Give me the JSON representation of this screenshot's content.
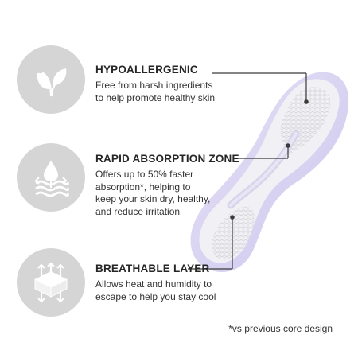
{
  "features": [
    {
      "heading": "HYPOALLERGENIC",
      "desc": [
        "Free from harsh ingredients",
        "to help promote healthy skin"
      ],
      "icon": "leaf-icon"
    },
    {
      "heading": "RAPID ABSORPTION ZONE",
      "desc": [
        "Offers up to 50% faster",
        "absorption*, helping to",
        "keep your skin dry, healthy,",
        "and reduce irritation"
      ],
      "icon": "droplet-layers-icon"
    },
    {
      "heading": "BREATHABLE LAYER",
      "desc": [
        "Allows heat and humidity to",
        "escape to help you stay cool"
      ],
      "icon": "breathable-layer-icon"
    }
  ],
  "footnote": "*vs previous core design",
  "colors": {
    "icon_bg": "#d5d5d5",
    "icon_fg": "#ffffff",
    "text": "#2f2f2f",
    "pad_purple": "#d6d0f0",
    "leader_line": "#3a3a3a"
  }
}
